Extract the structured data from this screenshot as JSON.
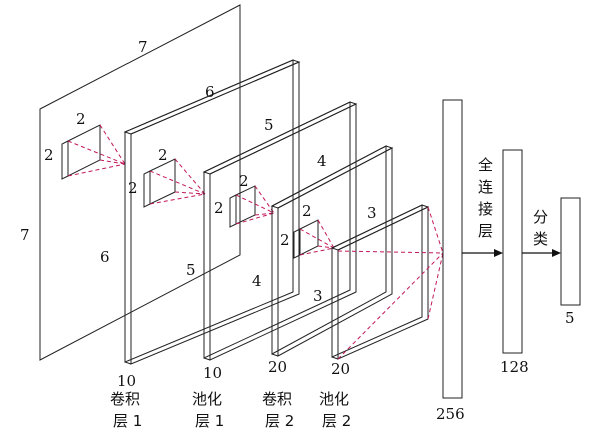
{
  "layers": {
    "input": {
      "top": "7",
      "left": "7"
    },
    "conv1": {
      "top": "6",
      "left": "6",
      "depth": "10",
      "caption_1": "卷积",
      "caption_2": "层 1"
    },
    "pool1": {
      "top": "5",
      "left": "5",
      "depth": "10",
      "caption_1": "池化",
      "caption_2": "层 1"
    },
    "conv2": {
      "top": "4",
      "left": "4",
      "depth": "20",
      "caption_1": "卷积",
      "caption_2": "层 2"
    },
    "pool2": {
      "top": "3",
      "left": "3",
      "depth": "20",
      "caption_1": "池化",
      "caption_2": "层 2"
    }
  },
  "kernels": {
    "k1": {
      "top": "2",
      "left": "2"
    },
    "k2": {
      "top": "2",
      "left": "2"
    },
    "k3": {
      "top": "2",
      "left": "2"
    },
    "k4": {
      "top": "2",
      "left": "2"
    }
  },
  "fc": {
    "fc1_size": "256",
    "fc2_size": "128",
    "out_size": "5",
    "fc_label_chars": [
      "全",
      "连",
      "接",
      "层"
    ],
    "cls_label_chars": [
      "分",
      "类"
    ]
  },
  "colors": {
    "edge": "#222222",
    "dashed": "#c2185b"
  }
}
